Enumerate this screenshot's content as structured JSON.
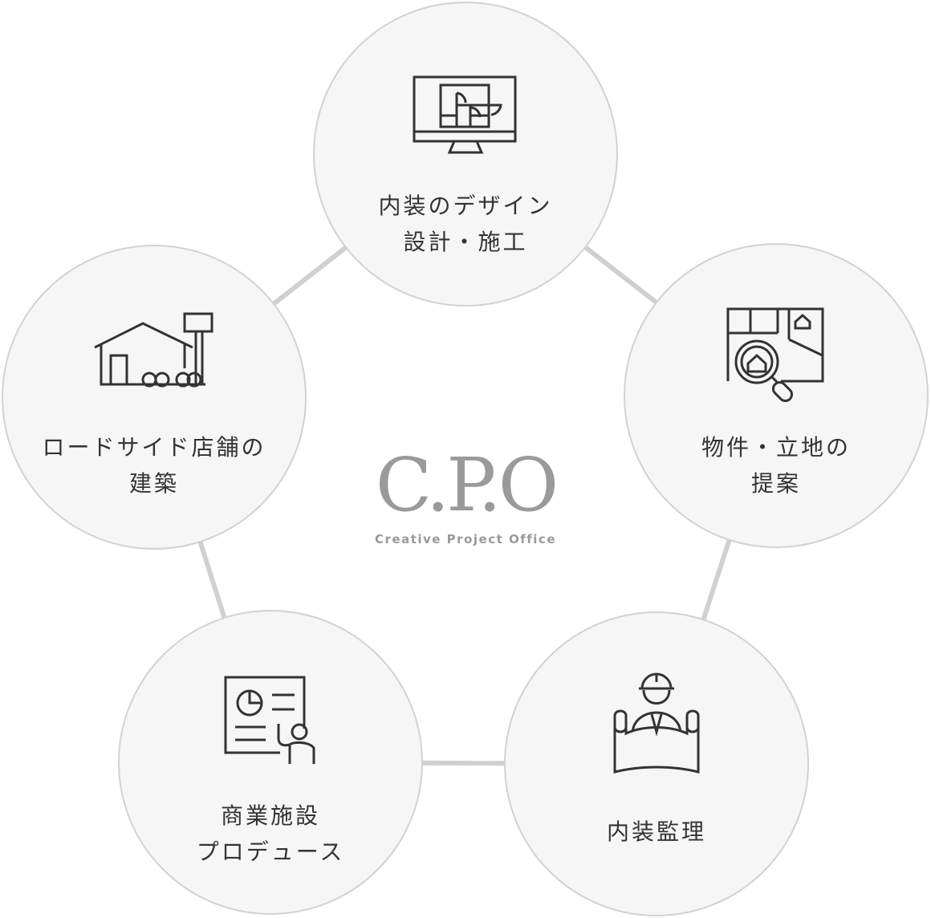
{
  "logo": {
    "mark": "C.P.O",
    "subtitle": "Creative Project Office"
  },
  "services": [
    {
      "label": "内装のデザイン\n設計・施工",
      "icon": "monitor-floorplan-icon"
    },
    {
      "label": "物件・立地の\n提案",
      "icon": "map-search-icon"
    },
    {
      "label": "内装監理",
      "icon": "worker-blueprint-icon"
    },
    {
      "label": "商業施設\nプロデュース",
      "icon": "presentation-icon"
    },
    {
      "label": "ロードサイド店舗の\n建築",
      "icon": "roadside-store-icon"
    }
  ],
  "colors": {
    "circle_fill": "#f6f6f6",
    "circle_border": "#d2d2d2",
    "connector": "#d0d0d0",
    "text": "#333333",
    "logo": "#9a9a9a"
  }
}
